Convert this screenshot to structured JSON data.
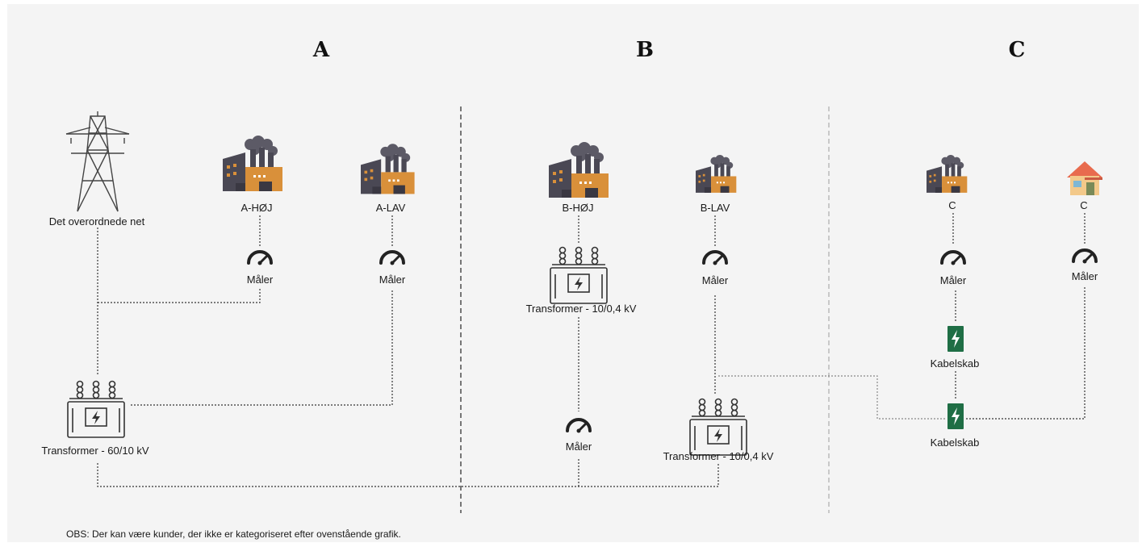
{
  "sections": {
    "a": "A",
    "b": "B",
    "c": "C"
  },
  "nodes": {
    "grid": "Det overordnede net",
    "a_hoj": "A-HØJ",
    "a_lav": "A-LAV",
    "a_meter1": "Måler",
    "a_meter2": "Måler",
    "a_transformer": "Transformer - 60/10 kV",
    "b_hoj": "B-HØJ",
    "b_lav": "B-LAV",
    "b_transformer1": "Transformer - 10/0,4 kV",
    "b_meter1": "Måler",
    "b_meter2": "Måler",
    "b_transformer2": "Transformer - 10/0,4 kV",
    "c_factory": "C",
    "c_house": "C",
    "c_meter1": "Måler",
    "c_meter2": "Måler",
    "c_cabinet1": "Kabelskab",
    "c_cabinet2": "Kabelskab"
  },
  "note": "OBS: Der kan være kunder, der ikke er kategoriseret efter ovenstående grafik.",
  "colors": {
    "factory_dark": "#4a4854",
    "factory_orange": "#d9903a",
    "smoke": "#5c5a66",
    "cabinet_green": "#1f6e45",
    "house_roof": "#e86b4e",
    "house_wall": "#f3c98a"
  }
}
